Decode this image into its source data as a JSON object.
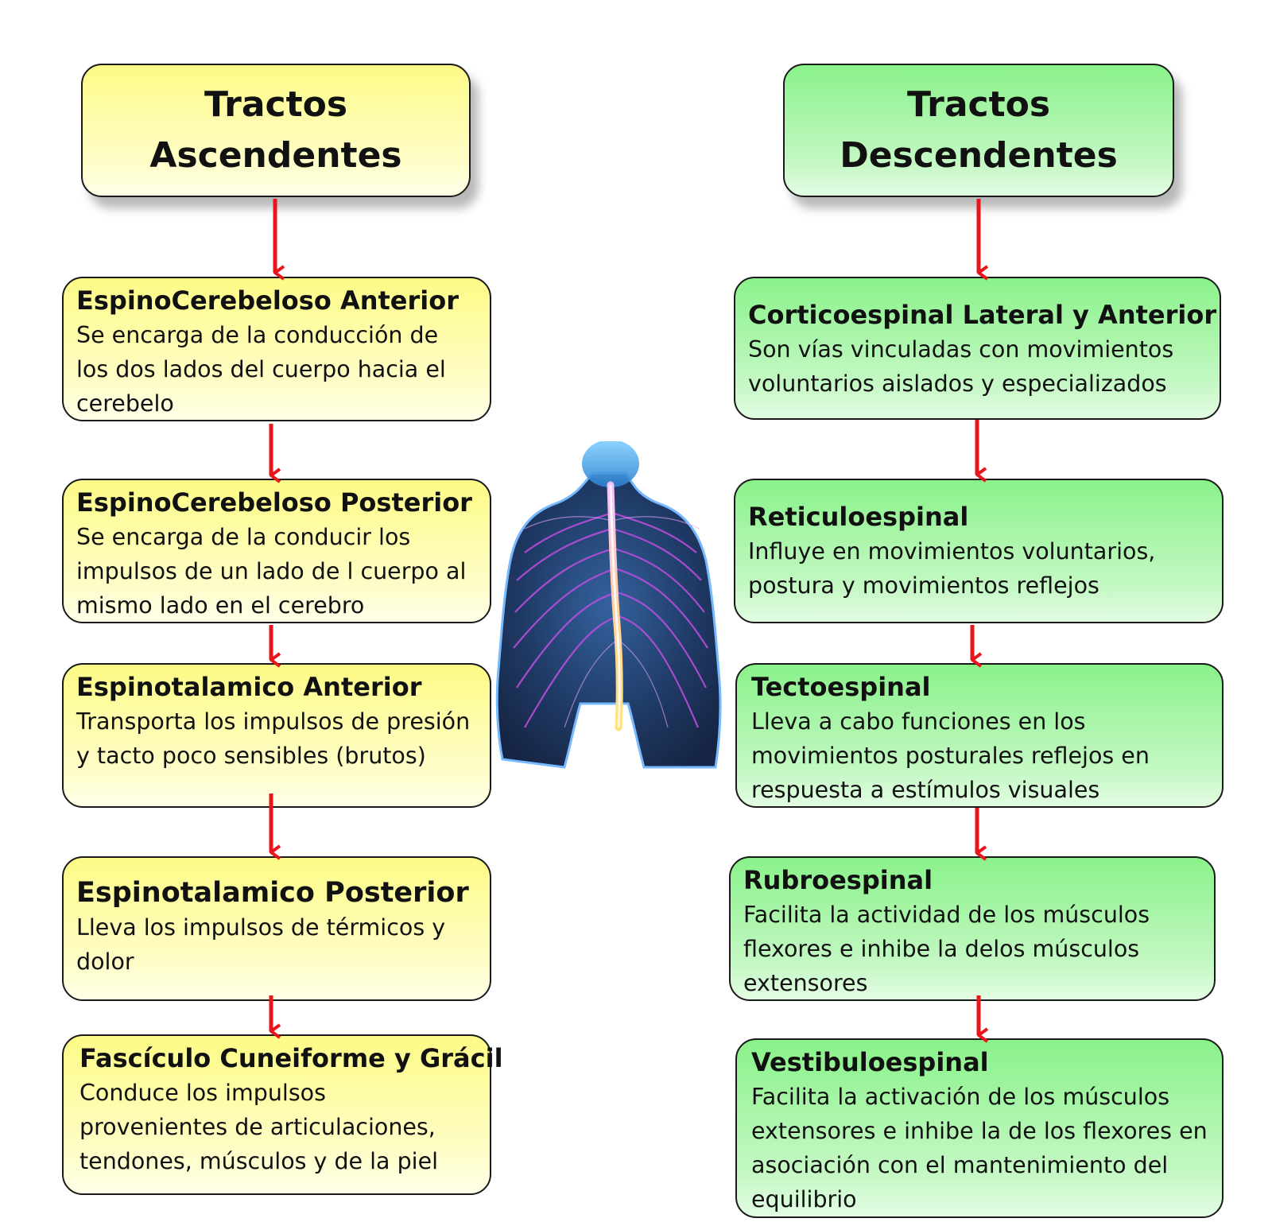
{
  "left": {
    "header": {
      "line1": "Tractos",
      "line2": "Ascendentes"
    },
    "items": [
      {
        "title": "EspinoCerebeloso Anterior",
        "desc": "Se encarga de la conducción de los dos lados del cuerpo hacia el cerebelo"
      },
      {
        "title": "EspinoCerebeloso Posterior",
        "desc": "Se encarga de la conducir los impulsos de un lado de l cuerpo al mismo lado en el cerebro"
      },
      {
        "title": "Espinotalamico Anterior",
        "desc": "Transporta los impulsos de presión y tacto poco sensibles (brutos)"
      },
      {
        "title": "Espinotalamico  Posterior",
        "desc": "Lleva los impulsos de térmicos y dolor"
      },
      {
        "title": "Fascículo Cuneiforme y Grácil",
        "desc": "Conduce los impulsos provenientes de articulaciones, tendones, músculos y de la piel"
      }
    ]
  },
  "right": {
    "header": {
      "line1": "Tractos",
      "line2": "Descendentes"
    },
    "items": [
      {
        "title": "Corticoespinal Lateral y Anterior",
        "desc": "Son vías vinculadas con movimientos voluntarios aislados y especializados"
      },
      {
        "title": "Reticuloespinal",
        "desc": "Influye en movimientos voluntarios, postura y movimientos reflejos"
      },
      {
        "title": "Tectoespinal",
        "desc": "Lleva a cabo funciones en los movimientos posturales reflejos  en respuesta a estímulos visuales"
      },
      {
        "title": "Rubroespinal",
        "desc": "Facilita la actividad de los músculos flexores e inhibe la delos músculos extensores"
      },
      {
        "title": "Vestibuloespinal",
        "desc": "Facilita la activación de los músculos extensores e inhibe la de los flexores en asociación con el mantenimiento del equilibrio"
      }
    ]
  },
  "colors": {
    "ascending": "#fdfb86",
    "descending": "#8af28a",
    "arrow": "#e8151b",
    "border": "#1a1a1a"
  },
  "figure_icon": "spinal-cord-nervous-system-illustration"
}
